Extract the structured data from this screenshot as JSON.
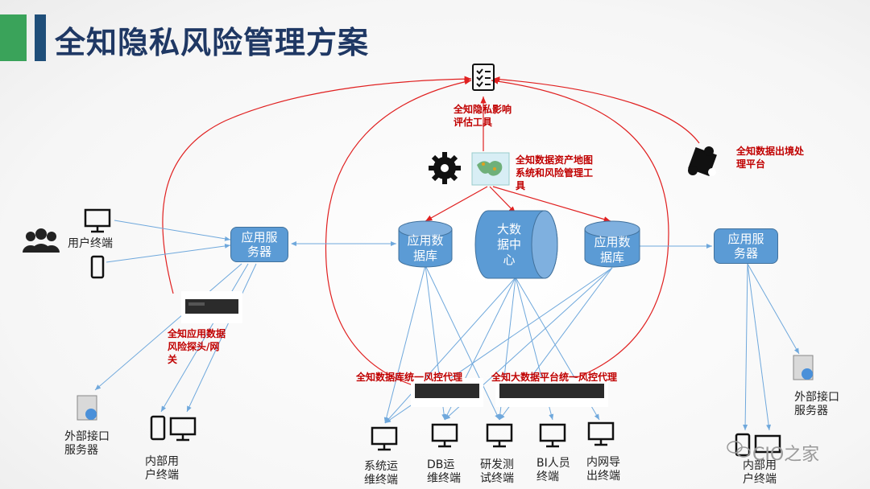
{
  "slide": {
    "title": "全知隐私风险管理方案"
  },
  "tools": {
    "assessment": "全知隐私影响\n评估工具",
    "asset_map": "全知数据资产地图\n系统和风险管理工\n具",
    "cross_border": "全知数据出境处\n理平台",
    "app_gateway": "全知应用数据\n风险探头/网\n关",
    "db_proxy": "全知数据库统一风控代理",
    "bigdata_proxy": "全知大数据平台统一风控代理"
  },
  "nodes": {
    "app_server_left": "应用服\n务器",
    "app_server_right": "应用服\n务器",
    "app_db_left": "应用数\n据库",
    "app_db_right": "应用数\n据库",
    "bigdata_center": "大数\n据中\n心"
  },
  "labels": {
    "user_terminal": "用户终端",
    "ext_server_left": "外部接口\n服务器",
    "ext_server_right": "外部接口\n服务器",
    "internal_user_left": "内部用\n户终端",
    "internal_user_right": "内部用\n户终端",
    "ops_terminal": "系统运\n维终端",
    "db_ops_terminal": "DB运\n维终端",
    "dev_test_terminal": "研发测\n试终端",
    "bi_terminal": "BI人员\n终端",
    "intranet_terminal": "内网导\n出终端"
  },
  "watermark": "CIO之家",
  "colors": {
    "title": "#1f3864",
    "accent_green": "#3aa35a",
    "accent_blue": "#1f4e79",
    "node_fill": "#5b9bd5",
    "red_line": "#e02020",
    "blue_line": "#6fa8dc",
    "tool_text": "#c00000"
  }
}
